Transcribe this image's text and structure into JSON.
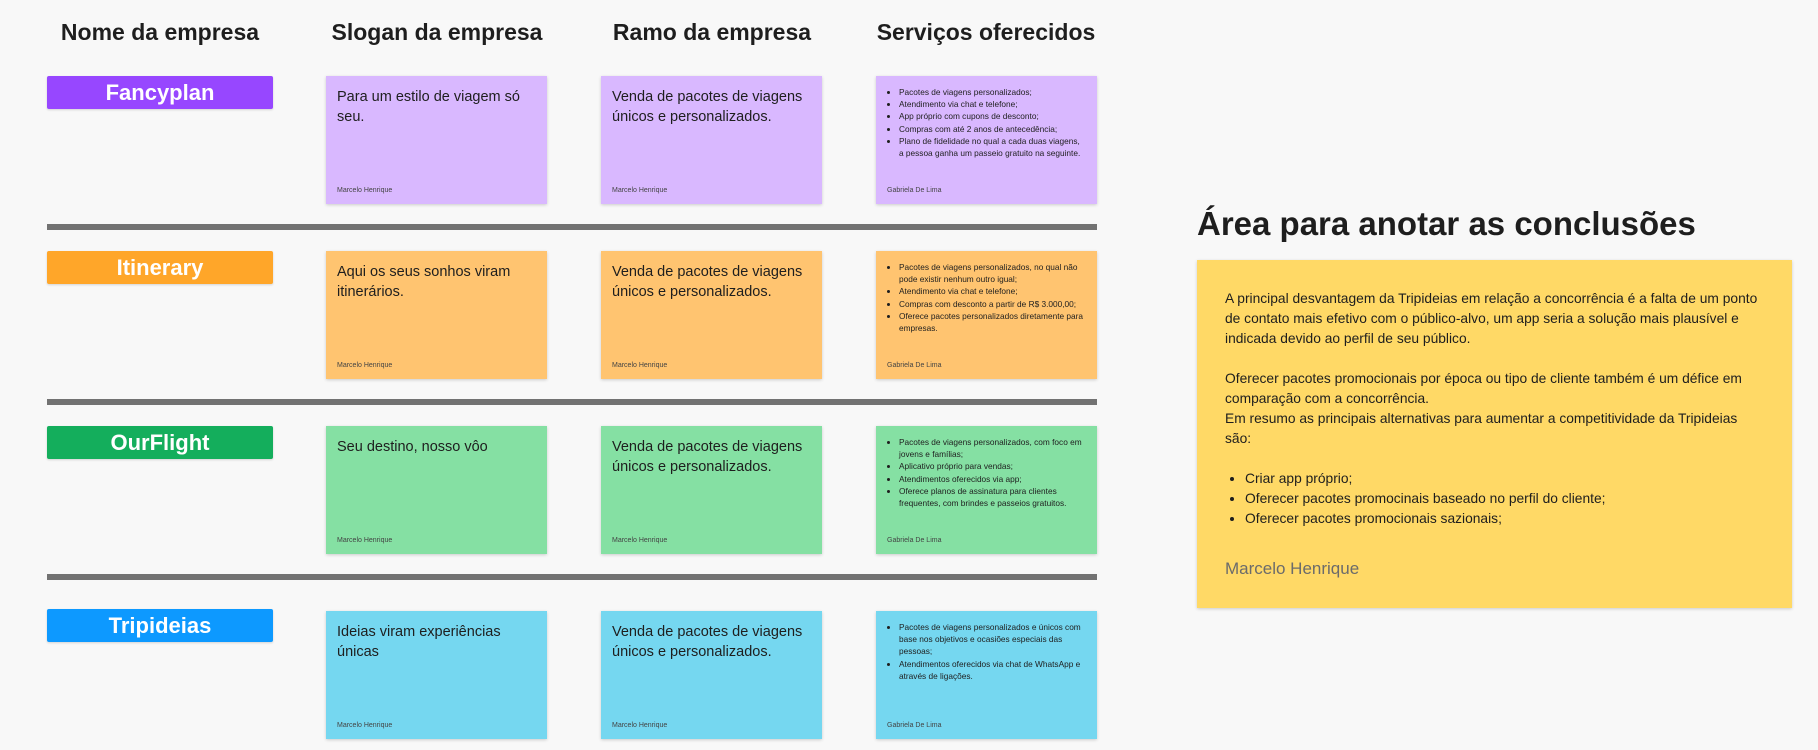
{
  "headers": {
    "name": "Nome da empresa",
    "slogan": "Slogan da empresa",
    "branch": "Ramo da empresa",
    "services": "Serviços oferecidos"
  },
  "colors": {
    "fancyplan_label": "#9747ff",
    "fancyplan_note": "#d9b8ff",
    "itinerary_label": "#ffa629",
    "itinerary_note": "#ffc470",
    "ourflight_label": "#14ae5c",
    "ourflight_note": "#85e0a3",
    "tripideias_label": "#0d99ff",
    "tripideias_note": "#75d7f0",
    "conclusion_note": "#ffd966",
    "divider": "#727272"
  },
  "rows": [
    {
      "company": "Fancyplan",
      "slogan": "Para um estilo de viagem só seu.",
      "slogan_author": "Marcelo Henrique",
      "branch": "Venda de pacotes de viagens únicos e personalizados.",
      "branch_author": "Marcelo Henrique",
      "services": [
        "Pacotes de viagens personalizados;",
        "Atendimento via chat e telefone;",
        "App próprio com cupons de desconto;",
        "Compras com até 2 anos de antecedência;",
        "Plano de fidelidade no qual a cada duas viagens, a pessoa ganha um passeio gratuito na seguinte."
      ],
      "services_author": "Gabriela De Lima"
    },
    {
      "company": "Itinerary",
      "slogan": "Aqui os seus sonhos viram itinerários.",
      "slogan_author": "Marcelo Henrique",
      "branch": "Venda de pacotes de viagens únicos e personalizados.",
      "branch_author": "Marcelo Henrique",
      "services": [
        "Pacotes de viagens personalizados, no qual não pode existir nenhum outro igual;",
        "Atendimento via chat e telefone;",
        "Compras com desconto a partir de R$ 3.000,00;",
        "Oferece pacotes personalizados diretamente para empresas."
      ],
      "services_author": "Gabriela De Lima"
    },
    {
      "company": "OurFlight",
      "slogan": "Seu destino, nosso vôo",
      "slogan_author": "Marcelo Henrique",
      "branch": "Venda de pacotes de viagens únicos e personalizados.",
      "branch_author": "Marcelo Henrique",
      "services": [
        "Pacotes de viagens personalizados, com foco em jovens e famílias;",
        "Aplicativo próprio para vendas;",
        "Atendimentos oferecidos via app;",
        "Oferece planos de assinatura para clientes frequentes, com brindes e passeios gratuitos."
      ],
      "services_author": "Gabriela De Lima"
    },
    {
      "company": "Tripideias",
      "slogan": "Ideias viram experiências únicas",
      "slogan_author": "Marcelo Henrique",
      "branch": "Venda de pacotes de viagens únicos e personalizados.",
      "branch_author": "Marcelo Henrique",
      "services": [
        "Pacotes de viagens personalizados e únicos com base nos objetivos e ocasiões especiais das pessoas;",
        "Atendimentos oferecidos via chat de WhatsApp e através de ligações."
      ],
      "services_author": "Gabriela De Lima"
    }
  ],
  "conclusion": {
    "title": "Área para anotar as conclusões",
    "paragraph1": "A principal desvantagem da Tripideias em relação a concorrência é a falta de um ponto de contato mais efetivo com o público-alvo, um app seria a solução mais plausível e indicada devido ao perfil de seu público.",
    "paragraph2": "Oferecer pacotes promocionais por época ou tipo de cliente também é um défice em comparação com a concorrência.",
    "paragraph3": "Em resumo as principais alternativas para aumentar a competitividade da Tripideias são:",
    "items": [
      "Criar app próprio;",
      "Oferecer pacotes promocinais baseado no perfil do cliente;",
      "Oferecer pacotes promocionais sazionais;"
    ],
    "author": "Marcelo Henrique"
  }
}
